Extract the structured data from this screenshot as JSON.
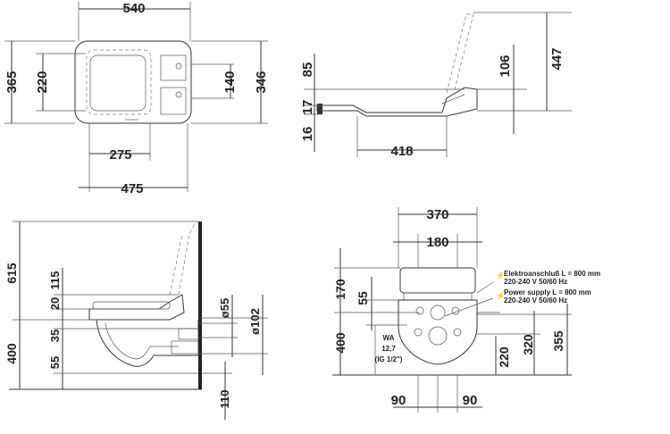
{
  "top_view": {
    "dims": {
      "width_540": "540",
      "height_365": "365",
      "height_220": "220",
      "height_140": "140",
      "height_346": "346",
      "width_275": "275",
      "width_475": "475"
    }
  },
  "side_view_seat": {
    "dims": {
      "h85": "85",
      "h17": "17",
      "h16": "16",
      "h106": "106",
      "h447": "447",
      "w418": "418"
    }
  },
  "side_section": {
    "dims": {
      "h615": "615",
      "h115": "115",
      "h20": "20",
      "h35": "35",
      "h55": "55",
      "h400": "400",
      "d55": "ø55",
      "d102": "ø102",
      "h110": "110"
    }
  },
  "front_view": {
    "dims": {
      "w370": "370",
      "w180": "180",
      "h170": "170",
      "h55": "55",
      "h400": "400",
      "h220": "220",
      "h320": "320",
      "h355": "355",
      "w90_left": "90",
      "w90_right": "90"
    },
    "notes": {
      "line1": "Elektroanschluß L = 800 mm",
      "line2": "220-240 V  50/60 Hz",
      "line3": "Power supply L = 800 mm",
      "line4": "220-240 V  50/60 Hz"
    },
    "wa": {
      "label": "WA",
      "size": "12,7",
      "thread": "(IG 1/2\")"
    }
  }
}
